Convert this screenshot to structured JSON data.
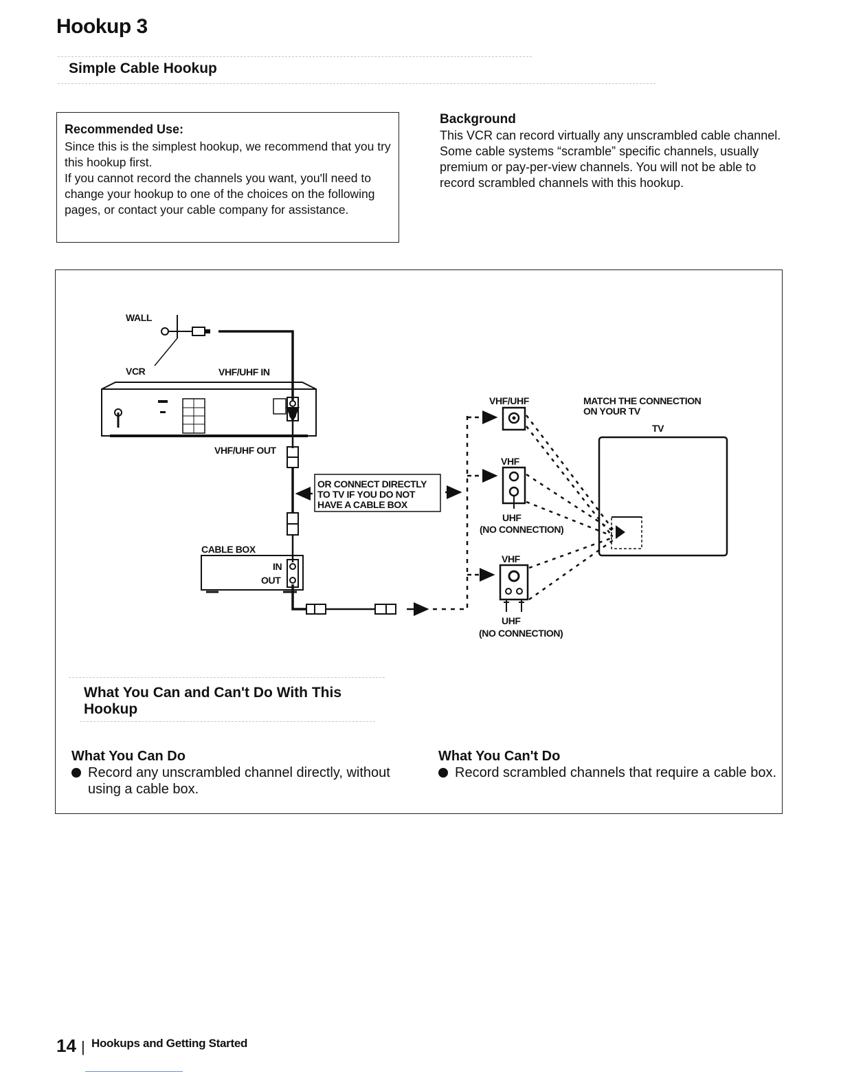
{
  "page": {
    "title": "Hookup 3",
    "section": "Simple Cable Hookup"
  },
  "recommended": {
    "heading": "Recommended Use:",
    "p1": "Since this is the simplest hookup, we recommend that you try this hookup first.",
    "p2": "If you cannot record the channels you want, you'll need to change your hookup to one of the choices on the following pages, or contact your cable company for assistance."
  },
  "background": {
    "heading": "Background",
    "text": "This VCR can record virtually any unscrambled cable channel. Some cable systems “scramble” specific channels, usually premium or pay-per-view channels. You will not be able to record scrambled channels with this hookup."
  },
  "diagram": {
    "wall": "WALL",
    "vcr": "VCR",
    "vhf_uhf_in": "VHF/UHF IN",
    "vhf_uhf_out": "VHF/UHF OUT",
    "connect_directly": [
      "OR CONNECT DIRECTLY",
      "TO TV IF YOU DO NOT",
      "HAVE A CABLE BOX"
    ],
    "cable_box": "CABLE BOX",
    "box_in": "IN",
    "box_out": "OUT",
    "vhf_uhf": "VHF/UHF",
    "match_connection": [
      "MATCH THE CONNECTION",
      "ON YOUR TV"
    ],
    "tv": "TV",
    "vhf": "VHF",
    "uhf": "UHF",
    "no_connection": "(NO CONNECTION)"
  },
  "capabilities": {
    "title_line1": "What You Can and Can't Do With This",
    "title_line2": "Hookup",
    "can_heading": "What You Can Do",
    "can_items": [
      "Record any unscrambled channel directly, without using a cable box."
    ],
    "cant_heading": "What You Can't Do",
    "cant_items": [
      "Record scrambled channels that require a cable box."
    ]
  },
  "footer": {
    "page_number": "14",
    "separator": "|",
    "section": "Hookups and Getting Started"
  }
}
